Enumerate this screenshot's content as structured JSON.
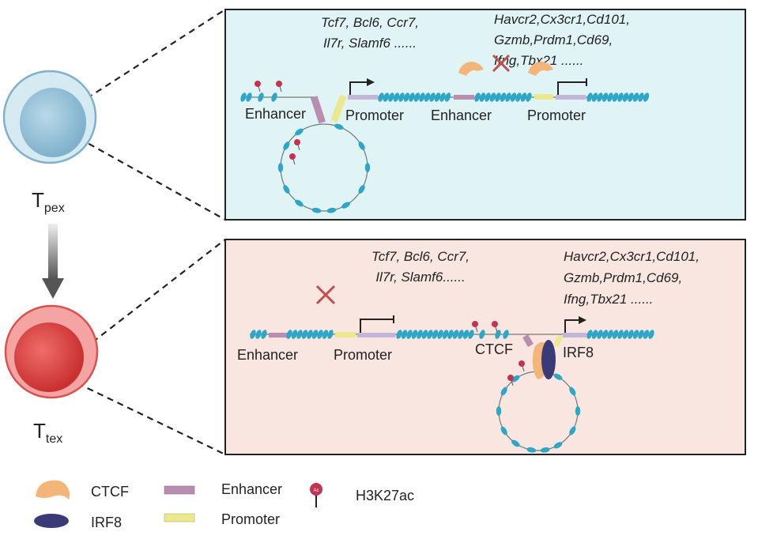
{
  "cells": {
    "progenitor": {
      "letter": "T",
      "subscript": "pex",
      "color": "#a9cfe0"
    },
    "exhausted": {
      "letter": "T",
      "subscript": "tex",
      "color": "#e6504f"
    }
  },
  "top_panel": {
    "background": "#e0f3f5",
    "genes_left": [
      "Tcf7, Bcl6, Ccr7,",
      "Il7r, Slamf6 ......"
    ],
    "genes_right": [
      "Havcr2,Cx3cr1,Cd101,",
      "Gzmb,Prdm1,Cd69,",
      "Ifng,Tbx21 ......"
    ],
    "labels": {
      "enhancer1": "Enhancer",
      "promoter1": "Promoter",
      "enhancer2": "Enhancer",
      "promoter2": "Promoter"
    }
  },
  "bottom_panel": {
    "background": "#f9e6e1",
    "genes_left": [
      "Tcf7, Bcl6, Ccr7,",
      "Il7r, Slamf6......"
    ],
    "genes_right": [
      "Havcr2,Cx3cr1,Cd101,",
      "Gzmb,Prdm1,Cd69,",
      "Ifng,Tbx21 ......"
    ],
    "labels": {
      "enhancer": "Enhancer",
      "promoter": "Promoter",
      "ctcf": "CTCF",
      "irf8": "IRF8"
    }
  },
  "legend": {
    "ctcf": "CTCF",
    "irf8": "IRF8",
    "enhancer": "Enhancer",
    "promoter": "Promoter",
    "h3k27ac": "H3K27ac",
    "ac_badge": "Ac"
  },
  "colors": {
    "nucleosome": "#2ea6c6",
    "enhancer": "#b98db0",
    "promoter": "#ece88f",
    "ctcf": "#f4b678",
    "irf8": "#3a3a78",
    "acetyl": "#c2334f",
    "block_x": "#c0504d"
  }
}
